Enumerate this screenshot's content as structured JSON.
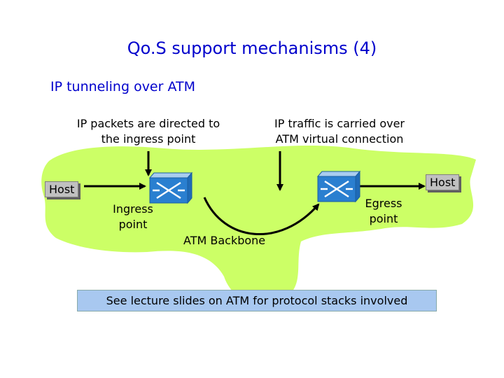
{
  "slide": {
    "title": "Qo.S support mechanisms (4)",
    "subtitle": "IP tunneling over ATM"
  },
  "diagram": {
    "caption_left": [
      "IP packets are directed to",
      "the ingress point"
    ],
    "caption_right": [
      "IP traffic is carried over",
      "ATM virtual connection"
    ],
    "host_left": "Host",
    "host_right": "Host",
    "ingress": [
      "Ingress",
      "point"
    ],
    "egress": [
      "Egress",
      "point"
    ],
    "backbone": "ATM Backbone",
    "colors": {
      "cloud": "#ccff66",
      "switch": "#2a7fd0",
      "switch_top": "#a9cdf0",
      "host_box": "#c0c0c0",
      "note_box": "#a8c8f0"
    }
  },
  "note": "See lecture slides on ATM for protocol stacks involved"
}
